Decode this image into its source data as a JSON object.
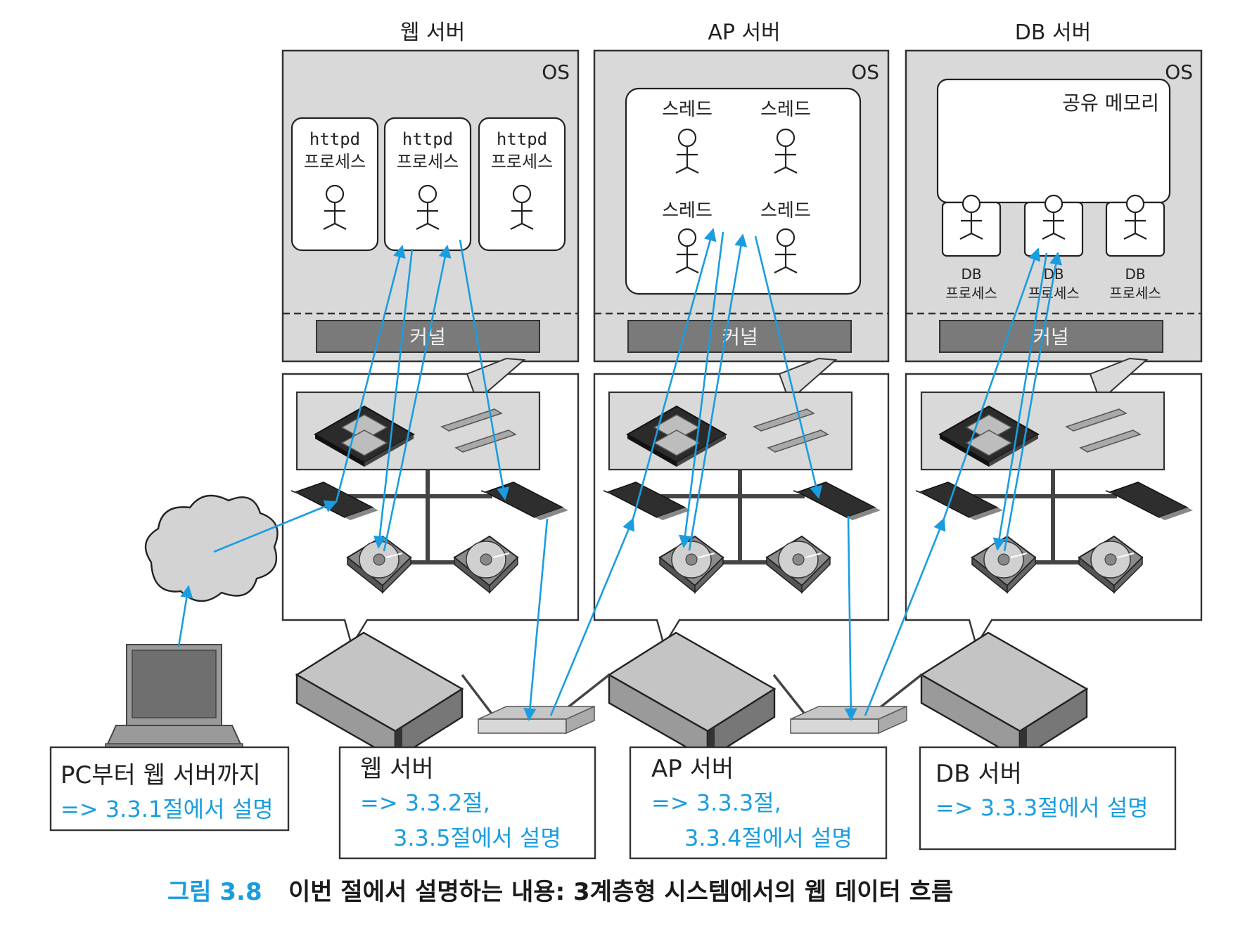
{
  "servers": [
    {
      "id": "web",
      "title": "웹 서버",
      "os_label": "OS",
      "kernel_label": "커널",
      "processes": [
        {
          "line1": "httpd",
          "line2": "프로세스"
        },
        {
          "line1": "httpd",
          "line2": "프로세스"
        },
        {
          "line1": "httpd",
          "line2": "프로세스"
        }
      ]
    },
    {
      "id": "ap",
      "title": "AP 서버",
      "os_label": "OS",
      "kernel_label": "커널",
      "threads": [
        "스레드",
        "스레드",
        "스레드",
        "스레드"
      ]
    },
    {
      "id": "db",
      "title": "DB 서버",
      "os_label": "OS",
      "kernel_label": "커널",
      "shared_memory_label": "공유 메모리",
      "processes": [
        {
          "line1": "DB",
          "line2": "프로세스"
        },
        {
          "line1": "DB",
          "line2": "프로세스"
        },
        {
          "line1": "DB",
          "line2": "프로세스"
        }
      ]
    }
  ],
  "notes": [
    {
      "title": "PC부터 웹 서버까지",
      "ref_lines": [
        "=> 3.3.1절에서 설명"
      ]
    },
    {
      "title": "웹 서버",
      "ref_lines": [
        "=> 3.3.2절,",
        "3.3.5절에서 설명"
      ]
    },
    {
      "title": "AP 서버",
      "ref_lines": [
        "=> 3.3.3절,",
        "3.3.4절에서 설명"
      ]
    },
    {
      "title": "DB 서버",
      "ref_lines": [
        "=> 3.3.3절에서 설명"
      ]
    }
  ],
  "caption": {
    "number": "그림 3.8",
    "text": "이번 절에서 설명하는 내용: 3계층형 시스템에서의 웹 데이터 흐름"
  },
  "icons": {
    "client": "laptop-icon",
    "network": "cloud-icon",
    "switch": "network-switch-icon",
    "server": "rack-server-icon",
    "cpu": "cpu-icon",
    "memory": "ram-module-icon",
    "nic": "network-card-icon",
    "disk": "hard-disk-icon",
    "actor": "stick-figure-icon"
  },
  "colors": {
    "flow_arrow": "#1a9de0",
    "caption_accent": "#1a9de0",
    "os_fill": "#d9d9d9",
    "kernel_fill": "#7a7a7a"
  }
}
